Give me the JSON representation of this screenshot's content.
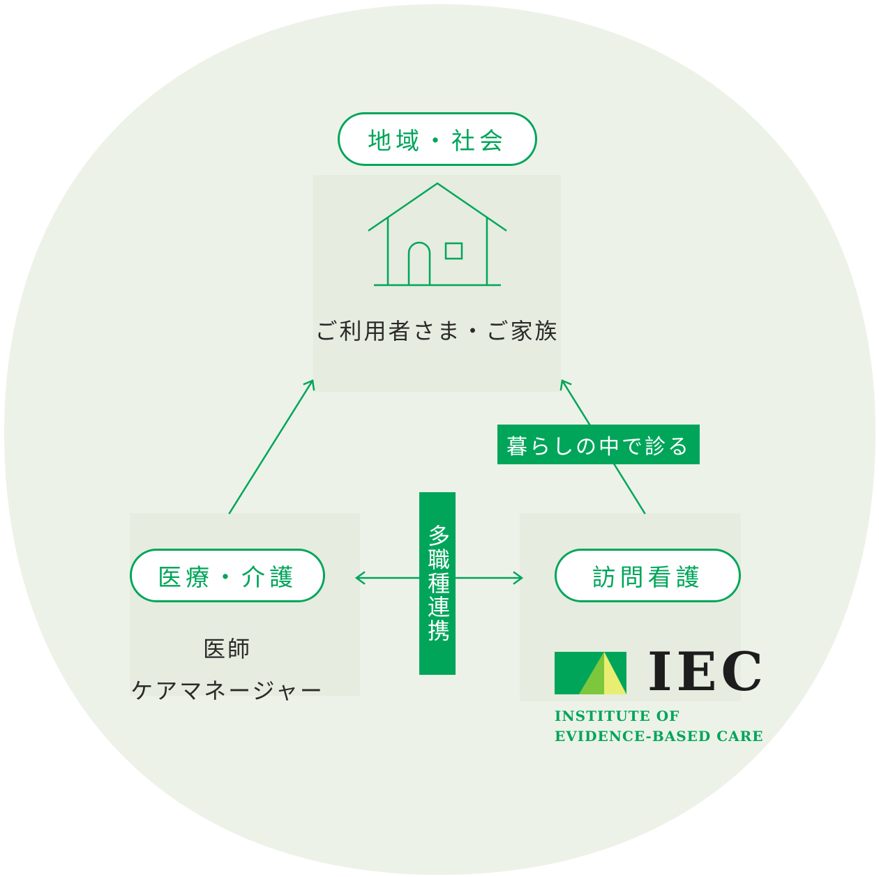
{
  "diagram": {
    "top_node": {
      "pill_label": "地域・社会",
      "caption": "ご利用者さま・ご家族",
      "icon": "house-icon"
    },
    "left_node": {
      "pill_label": "医療・介護",
      "lines": [
        "医師",
        "ケアマネージャー"
      ]
    },
    "right_node": {
      "pill_label": "訪問看護"
    },
    "edge_labels": {
      "right_to_top": "暮らしの中で診る",
      "left_to_right": "多職種連携"
    },
    "logo": {
      "wordmark": "IEC",
      "line1": "INSTITUTE OF",
      "line2": "EVIDENCE-BASED CARE"
    }
  },
  "colors": {
    "background_blob": "#edf2e8",
    "panel": "#e6ecdf",
    "accent_green": "#00a55a",
    "logo_light_green": "#7cc73b",
    "logo_yellow": "#e9ee72",
    "text_dark": "#2a2a2a"
  }
}
